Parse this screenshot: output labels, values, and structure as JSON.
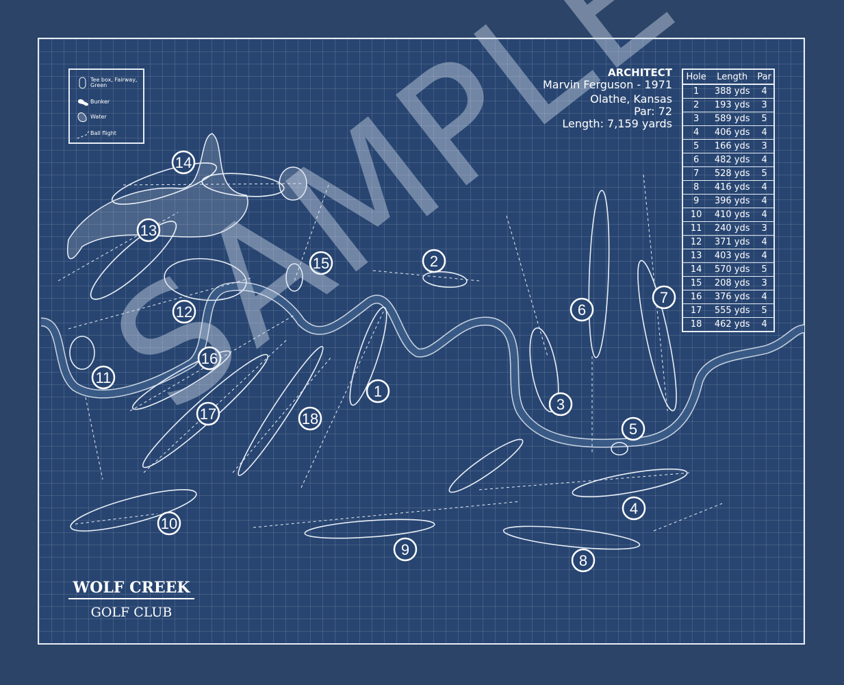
{
  "legend": {
    "items": [
      {
        "icon": "tee-fairway-green-icon",
        "label": "Tee box, Fairway, Green"
      },
      {
        "icon": "bunker-icon",
        "label": "Bunker"
      },
      {
        "icon": "water-icon",
        "label": "Water"
      },
      {
        "icon": "ball-flight-icon",
        "label": "Ball flight"
      }
    ]
  },
  "info": {
    "architect_heading": "ARCHITECT",
    "architect": "Marvin Ferguson  -  1971",
    "location": "Olathe, Kansas",
    "par": "Par: 72",
    "length": "Length: 7,159 yards"
  },
  "scorecard": {
    "headers": [
      "Hole",
      "Length",
      "Par"
    ],
    "rows": [
      [
        "1",
        "388 yds",
        "4"
      ],
      [
        "2",
        "193 yds",
        "3"
      ],
      [
        "3",
        "589 yds",
        "5"
      ],
      [
        "4",
        "406 yds",
        "4"
      ],
      [
        "5",
        "166 yds",
        "3"
      ],
      [
        "6",
        "482 yds",
        "4"
      ],
      [
        "7",
        "528 yds",
        "5"
      ],
      [
        "8",
        "416 yds",
        "4"
      ],
      [
        "9",
        "396 yds",
        "4"
      ],
      [
        "10",
        "410 yds",
        "4"
      ],
      [
        "11",
        "240 yds",
        "3"
      ],
      [
        "12",
        "371 yds",
        "4"
      ],
      [
        "13",
        "403 yds",
        "4"
      ],
      [
        "14",
        "570 yds",
        "5"
      ],
      [
        "15",
        "208 yds",
        "3"
      ],
      [
        "16",
        "376 yds",
        "4"
      ],
      [
        "17",
        "555 yds",
        "5"
      ],
      [
        "18",
        "462 yds",
        "4"
      ]
    ]
  },
  "holes": [
    "1",
    "2",
    "3",
    "4",
    "5",
    "6",
    "7",
    "8",
    "9",
    "10",
    "11",
    "12",
    "13",
    "14",
    "15",
    "16",
    "17",
    "18"
  ],
  "title": {
    "line1": "WOLF CREEK",
    "line2": "GOLF CLUB"
  },
  "watermark": "SAMPLE",
  "colors": {
    "background": "#2b4468",
    "paper": "#284571",
    "line": "#e8eef6"
  }
}
